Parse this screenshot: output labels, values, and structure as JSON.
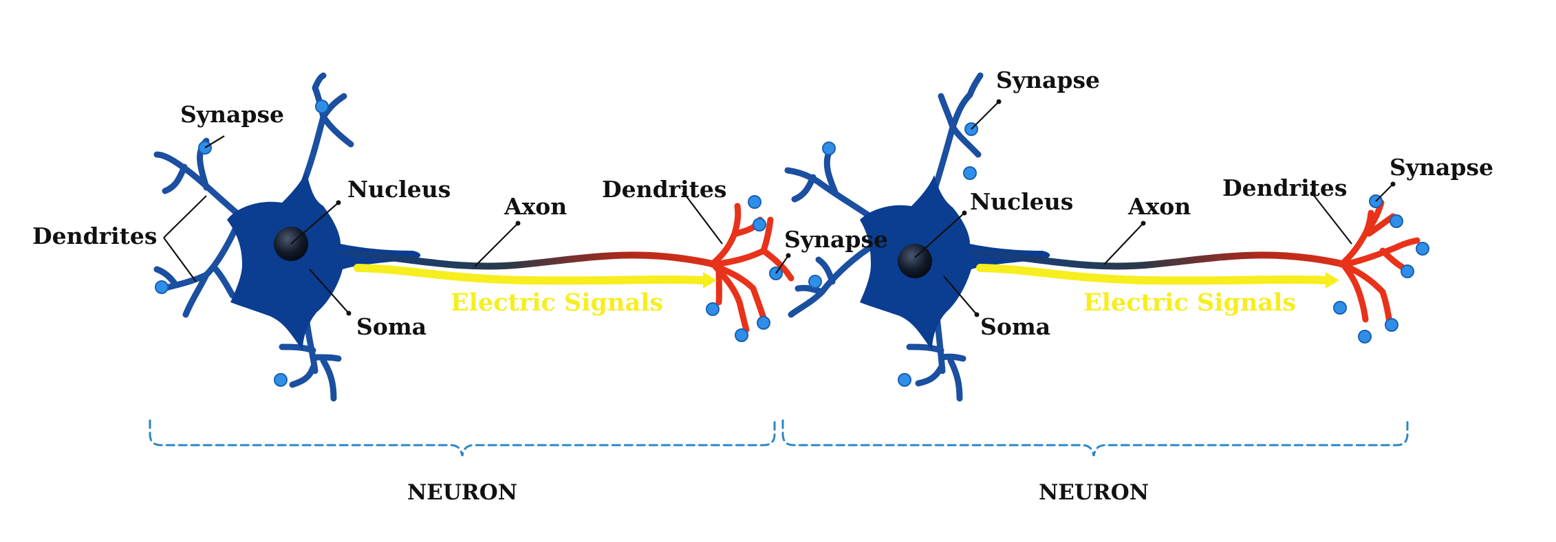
{
  "labels": {
    "synapse": "Synapse",
    "dendrites": "Dendrites",
    "nucleus": "Nucleus",
    "soma": "Soma",
    "axon": "Axon",
    "electric_signals": "Electric Signals",
    "neuron": "NEURON"
  },
  "colors": {
    "cell_body": "#0b3d91",
    "dendrite": "#1b4fa0",
    "terminal_blob": "#2f8ee8",
    "axon_terminal": "#e8321a",
    "signal_arrow": "#f6ee1e",
    "bracket": "#2a87c8"
  }
}
